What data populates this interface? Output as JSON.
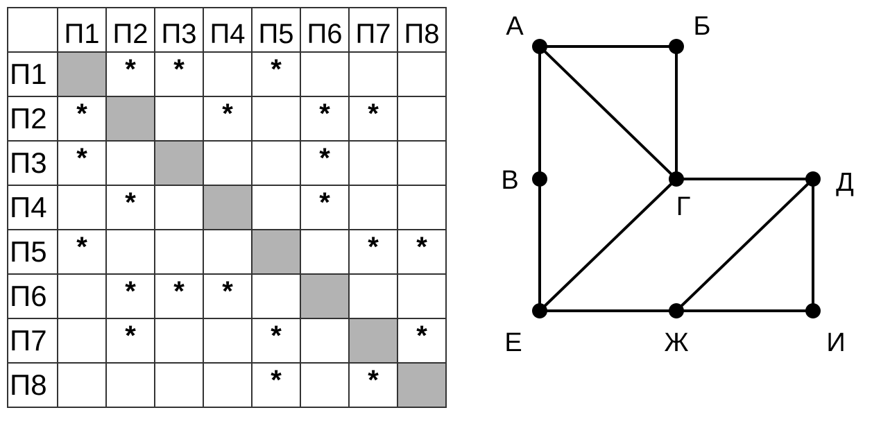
{
  "table": {
    "headers": [
      "П1",
      "П2",
      "П3",
      "П4",
      "П5",
      "П6",
      "П7",
      "П8"
    ],
    "mark": "*",
    "diagonal_color": "#b3b3b3",
    "adjacency": {
      "П1": [
        "П2",
        "П3",
        "П5"
      ],
      "П2": [
        "П1",
        "П4",
        "П6",
        "П7"
      ],
      "П3": [
        "П1",
        "П6"
      ],
      "П4": [
        "П2",
        "П6"
      ],
      "П5": [
        "П1",
        "П7",
        "П8"
      ],
      "П6": [
        "П2",
        "П3",
        "П4"
      ],
      "П7": [
        "П2",
        "П5",
        "П8"
      ],
      "П8": [
        "П5",
        "П7"
      ]
    }
  },
  "graph": {
    "vertices": [
      "А",
      "Б",
      "В",
      "Г",
      "Д",
      "Е",
      "Ж",
      "И"
    ],
    "edges": [
      [
        "А",
        "Б"
      ],
      [
        "А",
        "Г"
      ],
      [
        "Б",
        "Г"
      ],
      [
        "А",
        "В"
      ],
      [
        "В",
        "Е"
      ],
      [
        "Г",
        "Д"
      ],
      [
        "Г",
        "Е"
      ],
      [
        "Д",
        "Ж"
      ],
      [
        "Д",
        "И"
      ],
      [
        "Е",
        "Ж"
      ],
      [
        "Ж",
        "И"
      ]
    ]
  }
}
